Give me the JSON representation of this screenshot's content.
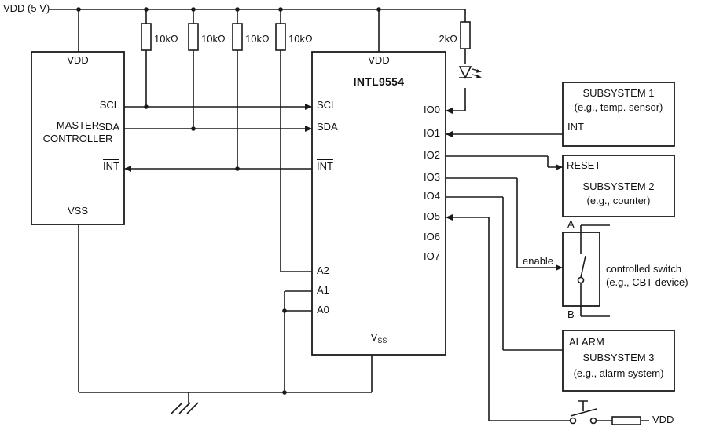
{
  "power": {
    "vdd_rail": "VDD (5 V)",
    "vdd_bottom": "VDD"
  },
  "resistors": {
    "r1": "10kΩ",
    "r2": "10kΩ",
    "r3": "10kΩ",
    "r4": "10kΩ",
    "r_led": "2kΩ"
  },
  "master": {
    "vdd": "VDD",
    "name1": "MASTER",
    "name2": "CONTROLLER",
    "scl": "SCL",
    "sda": "SDA",
    "int": "INT",
    "vss": "VSS"
  },
  "expander": {
    "name": "INTL9554",
    "vdd": "VDD",
    "scl": "SCL",
    "sda": "SDA",
    "int": "INT",
    "a2": "A2",
    "a1": "A1",
    "a0": "A0",
    "vss_base": "V",
    "vss_sub": "SS",
    "io": [
      "IO0",
      "IO1",
      "IO2",
      "IO3",
      "IO4",
      "IO5",
      "IO6",
      "IO7"
    ]
  },
  "subsystem1": {
    "title": "SUBSYSTEM 1",
    "subtitle": "(e.g., temp. sensor)",
    "pin": "INT"
  },
  "subsystem2": {
    "pin": "RESET",
    "title": "SUBSYSTEM 2",
    "subtitle": "(e.g., counter)"
  },
  "controlled_switch": {
    "terminal_a": "A",
    "terminal_b": "B",
    "enable": "enable",
    "caption1": "controlled switch",
    "caption2": "(e.g., CBT device)"
  },
  "subsystem3": {
    "line1": "ALARM",
    "line2": "SUBSYSTEM 3",
    "line3": "(e.g., alarm system)"
  },
  "colors": {
    "line": "#1a1a1a",
    "text": "#111111",
    "background": "#ffffff"
  }
}
